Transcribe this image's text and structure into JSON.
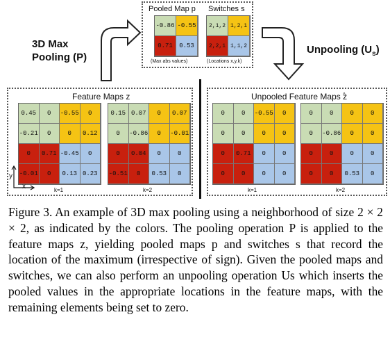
{
  "left_label": {
    "line1": "3D Max",
    "line2": "Pooling (P)"
  },
  "right_label": "Unpooling (U",
  "right_label_sub": "s",
  "right_label_close": ")",
  "colors": {
    "green": "#c9dcb4",
    "yellow": "#f5c314",
    "red": "#c8200e",
    "blue": "#a9c6e8"
  },
  "top": {
    "pooled_title": "Pooled Map p",
    "switch_title": "Switches s",
    "pooled_caption": "(Max abs values)",
    "switch_caption": "(Locations x,y,k)",
    "pooled_values": [
      "-0.86",
      "-0.55",
      "0.71",
      "0.53"
    ],
    "switch_values": [
      "2,1,2",
      "1,2,1",
      "2,2,1",
      "1,1,2"
    ]
  },
  "feature": {
    "title": "Feature Maps z",
    "k1_label": "k=1",
    "k2_label": "k=2",
    "axis_x": "x",
    "axis_y": "y",
    "k1": [
      "0.45",
      "0",
      "-0.55",
      "0",
      "-0.21",
      "0",
      "0",
      "0.12",
      "0",
      "0.71",
      "-0.45",
      "0",
      "-0.01",
      "0",
      "0.13",
      "0.23"
    ],
    "k2": [
      "0.15",
      "0.07",
      "0",
      "0.07",
      "0",
      "-0.86",
      "0",
      "-0.01",
      "0",
      "0.04",
      "0",
      "0",
      "-0.51",
      "0",
      "0.53",
      "0"
    ]
  },
  "unpooled": {
    "title": "Unpooled Feature Maps z",
    "title_hat": "^",
    "k1_label": "k=1",
    "k2_label": "k=2",
    "k1": [
      "0",
      "0",
      "-0.55",
      "0",
      "0",
      "0",
      "0",
      "0",
      "0",
      "0.71",
      "0",
      "0",
      "0",
      "0",
      "0",
      "0"
    ],
    "k2": [
      "0",
      "0",
      "0",
      "0",
      "0",
      "-0.86",
      "0",
      "0",
      "0",
      "0",
      "0",
      "0",
      "0",
      "0",
      "0.53",
      "0"
    ]
  },
  "caption": "Figure 3. An example of 3D max pooling using a neighborhood of size 2 × 2 × 2, as indicated by the colors. The pooling operation P is applied to the feature maps z, yielding pooled maps p and switches s that record the location of the maximum (irrespective of sign). Given the pooled maps and switches, we can also perform an unpooling operation Us which inserts the pooled values in the appropriate locations in the feature maps, with the remaining elements being set to zero."
}
